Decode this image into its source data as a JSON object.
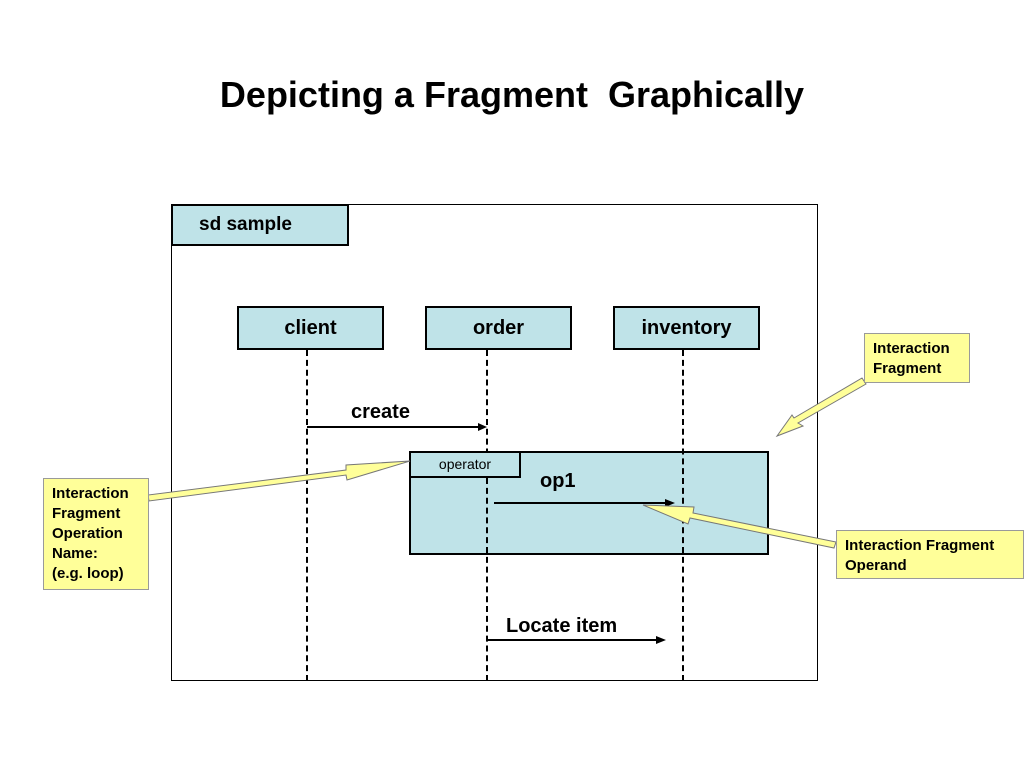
{
  "title": "Depicting a Fragment  Graphically",
  "frame": {
    "label": "sd sample"
  },
  "lifelines": [
    {
      "name": "client"
    },
    {
      "name": "order"
    },
    {
      "name": "inventory"
    }
  ],
  "messages": [
    {
      "label": "create"
    },
    {
      "label": "op1"
    },
    {
      "label": "Locate item"
    }
  ],
  "fragment": {
    "operator": "operator"
  },
  "callouts": {
    "fragment": {
      "line1": "Interaction",
      "line2": "Fragment"
    },
    "operation_name": {
      "line1": "Interaction",
      "line2": "Fragment",
      "line3": "Operation",
      "line4": "Name:",
      "line5": "(e.g. loop)"
    },
    "operand": {
      "line1": "Interaction Fragment",
      "line2": "Operand"
    }
  },
  "colors": {
    "box_fill": "#bfe3e8",
    "note_fill": "#ffff99"
  }
}
